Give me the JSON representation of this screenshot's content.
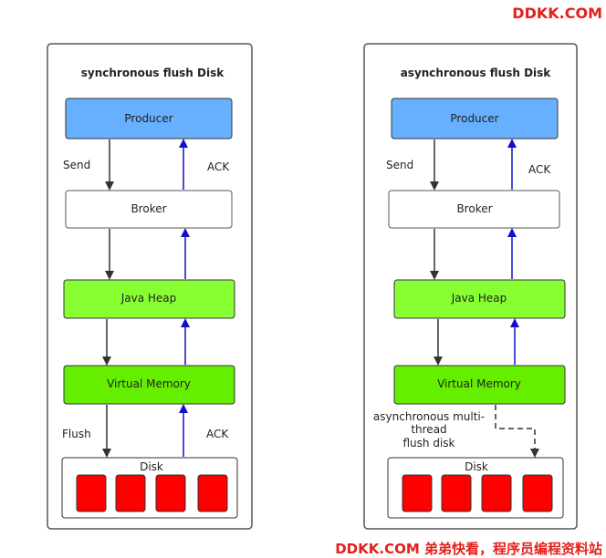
{
  "watermark_top": "DDKK.COM",
  "watermark_bottom": "DDKK.COM 弟弟快看，程序员编程资料站",
  "colors": {
    "producer": "#66b0ff",
    "green": "#88ff33",
    "green_dark": "#66ee00",
    "disk_block": "#ff0000",
    "ack_arrow": "#1010cc",
    "flow_arrow": "#333333",
    "watermark": "#e3201b"
  },
  "left": {
    "title": "synchronous flush Disk",
    "producer": "Producer",
    "broker": "Broker",
    "java_heap": "Java Heap",
    "virtual_memory": "Virtual Memory",
    "disk": "Disk",
    "send_label": "Send",
    "ack_label_top": "ACK",
    "flush_label": "Flush",
    "ack_label_bottom": "ACK"
  },
  "right": {
    "title": "asynchronous flush Disk",
    "producer": "Producer",
    "broker": "Broker",
    "java_heap": "Java Heap",
    "virtual_memory": "Virtual Memory",
    "disk": "Disk",
    "send_label": "Send",
    "ack_label": "ACK",
    "async_label_lines": [
      "asynchronous multi-",
      "thread",
      "flush disk"
    ]
  }
}
